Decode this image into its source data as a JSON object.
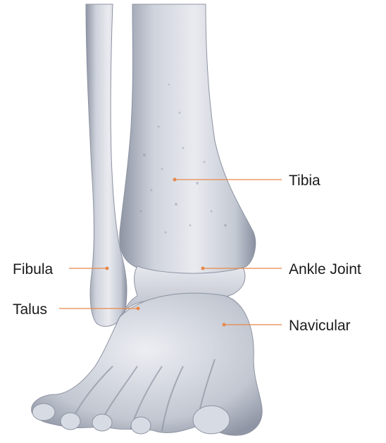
{
  "labels": {
    "tibia": "Tibia",
    "fibula": "Fibula",
    "ankle_joint": "Ankle Joint",
    "talus": "Talus",
    "navicular": "Navicular"
  },
  "colors": {
    "leader_line": "#e8884a",
    "leader_dot": "#e8884a",
    "label_text": "#1a1a1a",
    "bone": "#d9dde6",
    "bone_shadow": "#9aa1b0",
    "background": "#ffffff"
  }
}
